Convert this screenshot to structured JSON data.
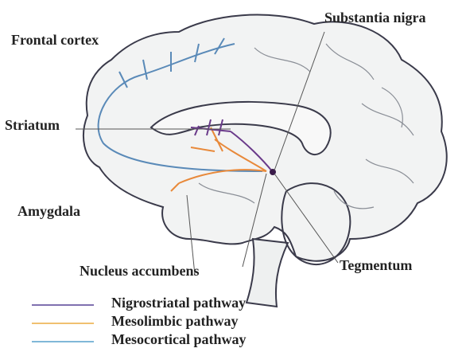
{
  "labels": {
    "frontal_cortex": "Frontal cortex",
    "substantia_nigra": "Substantia nigra",
    "striatum": "Striatum",
    "amygdala": "Amygdala",
    "nucleus_accumbens": "Nucleus accumbens",
    "tegmentum": "Tegmentum"
  },
  "legend": [
    {
      "label": "Nigrostriatal pathway",
      "color": "#8070b0"
    },
    {
      "label": "Mesolimbic pathway",
      "color": "#f0c070"
    },
    {
      "label": "Mesocortical pathway",
      "color": "#80b8d8"
    }
  ],
  "colors": {
    "brain_fill": "#f2f3f3",
    "outline": "#3a3a4a",
    "nigrostriatal": "#6a3a8a",
    "mesolimbic": "#e8893a",
    "mesocortical": "#5a8ab8"
  }
}
